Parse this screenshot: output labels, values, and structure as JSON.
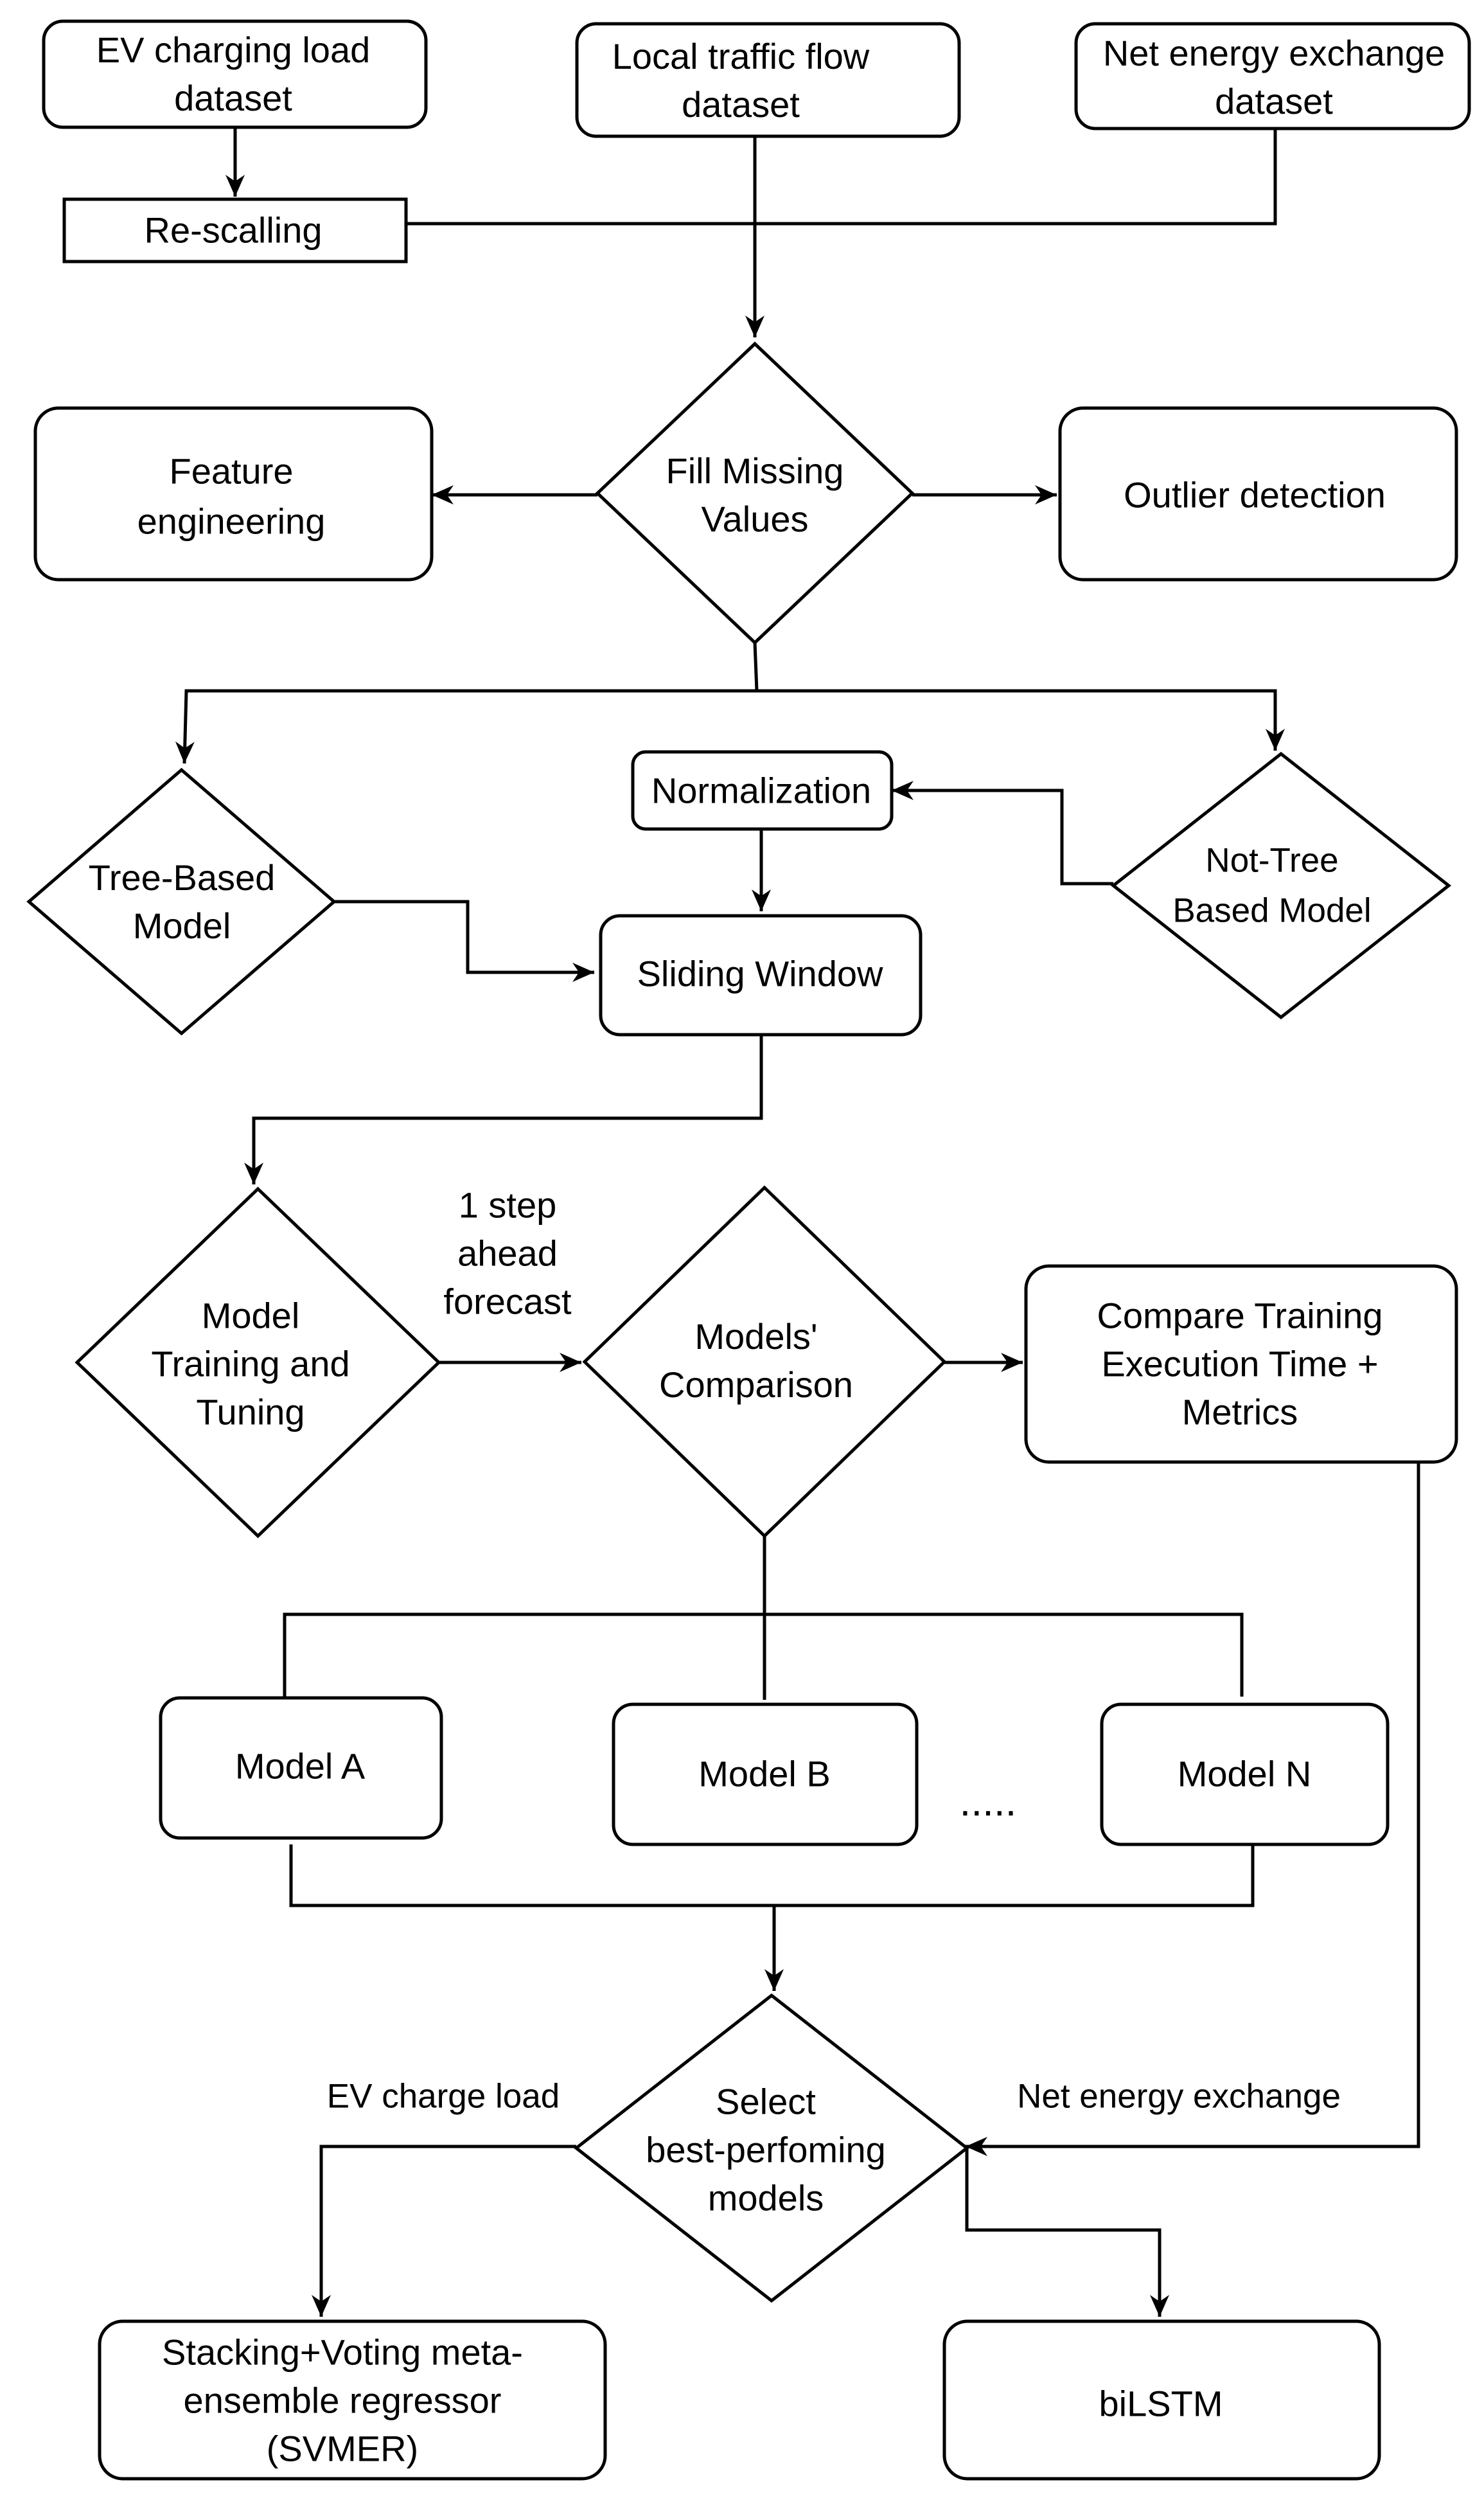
{
  "nodes": {
    "ev_dataset": [
      "EV charging load",
      "dataset"
    ],
    "traffic_dataset": [
      "Local traffic flow",
      "dataset"
    ],
    "net_dataset": [
      "Net energy exchange",
      "dataset"
    ],
    "rescaling": [
      "Re-scalling"
    ],
    "fill_missing": [
      "Fill Missing",
      "Values"
    ],
    "feature_engineering": [
      "Feature",
      "engineering"
    ],
    "outlier_detection": [
      "Outlier detection"
    ],
    "tree_based": [
      "Tree-Based",
      "Model"
    ],
    "normalization": [
      "Normalization"
    ],
    "not_tree_based": [
      "Not-Tree",
      "Based Model"
    ],
    "sliding_window": [
      "Sliding Window"
    ],
    "model_training": [
      "Model",
      "Training and",
      "Tuning"
    ],
    "models_comparison": [
      "Models'",
      "Comparison"
    ],
    "compare_training": [
      "Compare Training",
      "Execution Time +",
      "Metrics"
    ],
    "model_a": [
      "Model A"
    ],
    "model_b": [
      "Model B"
    ],
    "model_n": [
      "Model N"
    ],
    "select_best": [
      "Select",
      "best-perfoming",
      "models"
    ],
    "svmer": [
      "Stacking+Voting meta-",
      "ensemble regressor",
      "(SVMER)"
    ],
    "bilstm": [
      "biLSTM"
    ]
  },
  "edge_labels": {
    "one_step": [
      "1 step",
      "ahead",
      "forecast"
    ],
    "ev_charge_load": [
      "EV charge load"
    ],
    "net_energy_exchange": [
      "Net energy exchange"
    ]
  },
  "ellipsis": "....."
}
